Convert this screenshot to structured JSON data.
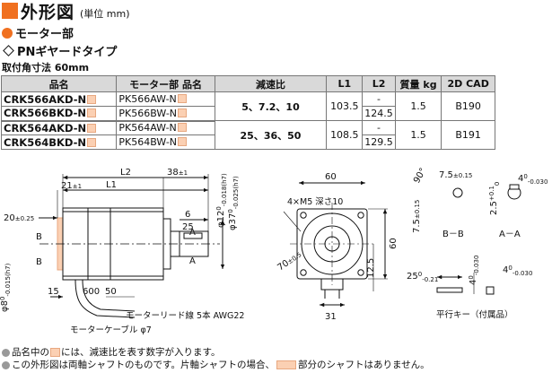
{
  "header": {
    "title": "外形図",
    "unit": "(単位 mm)",
    "accent": "#f07020"
  },
  "section1": "モーター部",
  "section2": "PNギヤードタイプ",
  "section3": "取付角寸法 60mm",
  "table": {
    "headers": [
      "品名",
      "モーター部 品名",
      "減速比",
      "L1",
      "L2",
      "質量 kg",
      "2D CAD"
    ],
    "rows": [
      {
        "model": "CRK566AKD-N",
        "motor": "PK566AW-N",
        "ratio": "5、7.2、10",
        "l1": "103.5",
        "l2": "-",
        "mass": "1.5",
        "cad": "B190"
      },
      {
        "model": "CRK566BKD-N",
        "motor": "PK566BW-N",
        "l2": "124.5"
      },
      {
        "model": "CRK564AKD-N",
        "motor": "PK564AW-N",
        "ratio": "25、36、50",
        "l1": "108.5",
        "l2": "-",
        "mass": "1.5",
        "cad": "B191"
      },
      {
        "model": "CRK564BKD-N",
        "motor": "PK564BW-N",
        "l2": "129.5"
      }
    ]
  },
  "drawing": {
    "L2": "L2",
    "L1": "L1",
    "d21": "21",
    "pm1": "±1",
    "d38": "38",
    "pm1b": "±1",
    "phi12": "φ12",
    "tol_h7a": "0",
    "tol_h7b": "-0.018(h7)",
    "phi37": "φ37",
    "tol_h7c": "0",
    "tol_h7d": "-0.025(h7)",
    "d6": "6",
    "d25": "25",
    "d20": "20",
    "pm025": "±0.25",
    "A": "A",
    "B": "B",
    "phi8": "φ8",
    "tol0": "0",
    "tol015": "-0.015(h7)",
    "d15": "15",
    "d600": "600",
    "d50": "50",
    "lead": "モーターリード線 5本 AWG22",
    "cable": "モーターケーブル φ7",
    "d60top": "60",
    "m5": "4×M5 深さ10",
    "d70": "70",
    "pm05": "±0.5",
    "d60side": "60",
    "d125": "12.5",
    "d31": "31",
    "d90": "90°",
    "d75a": "7.5",
    "pm015a": "±0.15",
    "d75b": "7.5",
    "pm015b": "±0.15",
    "d25b": "2.5",
    "tol01": "+0.1",
    "tol0b": "0",
    "d4": "4",
    "tol0c": "0",
    "tol003": "-0.030",
    "bb": "B－B",
    "aa": "A－A",
    "d25c": "25",
    "tol0d": "0",
    "tol021": "-0.21",
    "d4b": "4",
    "tol0e": "0",
    "tol003b": "-0.030",
    "d4c": "4",
    "tol0f": "0",
    "tol003c": "-0.030",
    "key": "平行キー（付属品）"
  },
  "notes": {
    "n1a": "品名中の",
    "n1b": "には、減速比を表す数字が入ります。",
    "n2a": "この外形図は両軸シャフトのものです。片軸シャフトの場合、",
    "n2b": "部分のシャフトはありません。"
  }
}
